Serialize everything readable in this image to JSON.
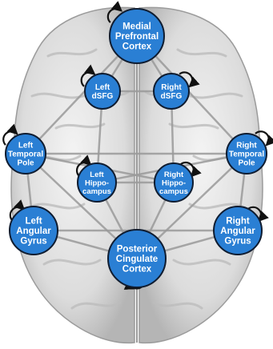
{
  "colors": {
    "node_fill": "#2a7fd4",
    "node_stroke": "#0f1c30",
    "edge": "#9a9a9a",
    "self_loop": "#111111",
    "brain_light": "#f2f2f2",
    "brain_dark": "#a9a9a9"
  },
  "nodes": [
    {
      "id": "mpfc",
      "lines": [
        "Medial",
        "Prefrontal",
        "Cortex"
      ]
    },
    {
      "id": "ldsfg",
      "lines": [
        "Left",
        "dSFG"
      ]
    },
    {
      "id": "rdsfg",
      "lines": [
        "Right",
        "dSFG"
      ]
    },
    {
      "id": "ltp",
      "lines": [
        "Left",
        "Temporal",
        "Pole"
      ]
    },
    {
      "id": "rtp",
      "lines": [
        "Right",
        "Temporal",
        "Pole"
      ]
    },
    {
      "id": "lhip",
      "lines": [
        "Left",
        "Hippo-",
        "campus"
      ]
    },
    {
      "id": "rhip",
      "lines": [
        "Right",
        "Hippo-",
        "campus"
      ]
    },
    {
      "id": "lag",
      "lines": [
        "Left",
        "Angular",
        "Gyrus"
      ]
    },
    {
      "id": "rag",
      "lines": [
        "Right",
        "Angular",
        "Gyrus"
      ]
    },
    {
      "id": "pcc",
      "lines": [
        "Posterior",
        "Cingulate",
        "Cortex"
      ]
    }
  ],
  "edges": [
    [
      "pcc",
      "mpfc"
    ],
    [
      "ldsfg",
      "mpfc"
    ],
    [
      "rdsfg",
      "mpfc"
    ],
    [
      "ldsfg",
      "rdsfg"
    ],
    [
      "ltp",
      "mpfc"
    ],
    [
      "rtp",
      "mpfc"
    ],
    [
      "ltp",
      "rtp"
    ],
    [
      "lhip",
      "rhip"
    ],
    [
      "lag",
      "rag"
    ],
    [
      "lag",
      "pcc"
    ],
    [
      "rag",
      "pcc"
    ],
    [
      "ltp",
      "lag"
    ],
    [
      "rtp",
      "rag"
    ],
    [
      "lhip",
      "pcc"
    ],
    [
      "rhip",
      "pcc"
    ],
    [
      "lhip",
      "ldsfg"
    ],
    [
      "rhip",
      "rdsfg"
    ],
    [
      "ltp",
      "rhip"
    ],
    [
      "rtp",
      "lhip"
    ],
    [
      "ltp",
      "pcc"
    ],
    [
      "rtp",
      "pcc"
    ]
  ]
}
